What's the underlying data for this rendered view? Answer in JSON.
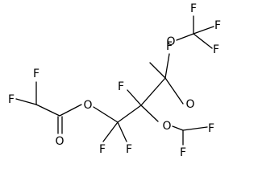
{
  "diagram": {
    "type": "skeletal-structure",
    "atoms": [
      {
        "id": "f1",
        "label": "F"
      },
      {
        "id": "f2",
        "label": "F"
      },
      {
        "id": "f3",
        "label": "F"
      },
      {
        "id": "o1",
        "label": "O"
      },
      {
        "id": "o2",
        "label": "O"
      },
      {
        "id": "f4",
        "label": "F"
      },
      {
        "id": "f5",
        "label": "F"
      },
      {
        "id": "f6",
        "label": "F"
      },
      {
        "id": "f7",
        "label": "F"
      },
      {
        "id": "o3",
        "label": "O"
      },
      {
        "id": "f8",
        "label": "F"
      },
      {
        "id": "f9",
        "label": "F"
      },
      {
        "id": "o4",
        "label": "O"
      },
      {
        "id": "o5",
        "label": "O"
      },
      {
        "id": "f10",
        "label": "F"
      },
      {
        "id": "f11",
        "label": "F"
      }
    ]
  }
}
